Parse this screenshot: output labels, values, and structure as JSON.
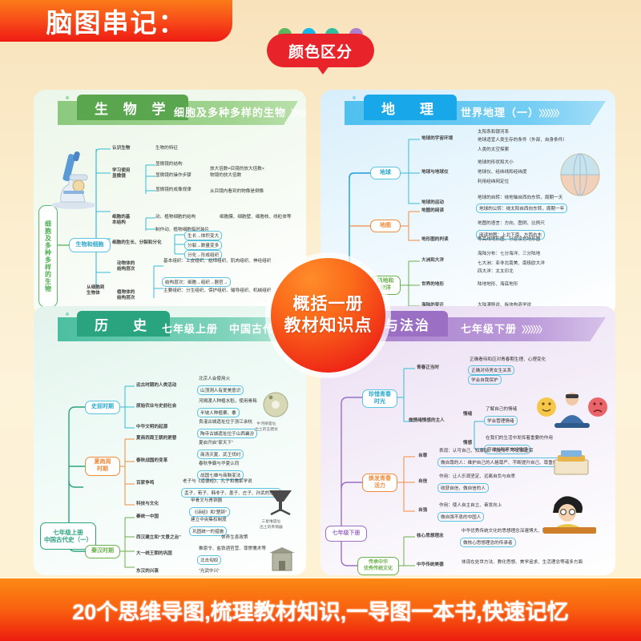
{
  "header": {
    "title": "脑图串记：",
    "badge_label": "颜色区分",
    "badge_dots": [
      "#5cb85c",
      "#17b6e8",
      "#2fbfa0",
      "#b07fd0"
    ]
  },
  "center_badge": {
    "line1": "概括一册",
    "line2": "教材知识点"
  },
  "bottom_banner": {
    "text": "20个思维导图,梳理教材知识,一导图一本书,快速记忆"
  },
  "cards": [
    {
      "id": "biology",
      "subject": "生 物 学",
      "subtitle": "细胞及多种多样的生物",
      "arrows": "〉〉〉〉〉〉〉",
      "accent": "#4caf50",
      "root": "细胞及多种多样的生物",
      "branches": [
        {
          "label": "认识生物",
          "color": "#2aa9cd",
          "leaves": [
            "生物的特征"
          ]
        },
        {
          "label": "学习使用\n显微镜",
          "color": "#2aa9cd",
          "leaves": [
            "显微镜的结构",
            "显微镜的操作步骤",
            "显微镜的成像规律"
          ],
          "notes": [
            "放大倍数=目镜的放大倍数×\n物镜的放大倍数",
            "从目镜内看到的物像是倒像"
          ]
        },
        {
          "label": "细胞的基\n本结构",
          "color": "#2aa9cd",
          "leaves": [
            "动、植物细胞的结构",
            "制作动、植物细胞临时装片"
          ],
          "notes": [
            "细胞膜、细胞壁、细胞核、线粒体等"
          ]
        },
        {
          "label": "细胞的生长、分裂和分化",
          "color": "#2aa9cd",
          "leaves": [
            "生长→体积变大",
            "分裂→数量变多",
            "分化→形成组织"
          ]
        },
        {
          "label": "从细胞到\n生物体",
          "color": "#2aa9cd",
          "leaves": [
            "动物体的\n结构层次",
            "植物体的\n结构层次"
          ],
          "notes": [
            "基本组织：上皮组织、结缔组织、肌肉组织、神经组织",
            "结构层次：细胞→组织→器官→",
            "主要组织：分生组织、保护组织、输导组织、机械组织"
          ]
        }
      ]
    },
    {
      "id": "geography",
      "subject": "地　理",
      "subtitle": "世界地理（一）",
      "arrows": "〉〉〉〉〉〉〉",
      "accent": "#29aee4",
      "branches": [
        {
          "label": "地球",
          "color": "#29aee4",
          "subs": [
            {
              "label": "地球的宇宙环境",
              "leaves": [
                "太阳系和银河系",
                "地球适宜人类生存的条件（外部、自身条件）",
                "人类的太空探索"
              ]
            },
            {
              "label": "地球与地球仪",
              "leaves": [
                "地球的形状和大小",
                "地球仪、经纬线和经纬度",
                "利用经纬网定位"
              ]
            },
            {
              "label": "地球的运动",
              "leaves": [
                "地球的自转：绕地轴自西向东转，周期一天",
                "地球的公转：绕太阳自西向东转，周期一年"
              ]
            }
          ]
        },
        {
          "label": "地图",
          "color": "#f08a3c",
          "subs": [
            {
              "label": "地图的阅读",
              "leaves": [
                "地图的语言：方向、图例、比例尺",
                "阅读地图：上北下南、左西右东"
              ]
            },
            {
              "label": "地形图的判读",
              "leaves": [
                "等高线地形图、分层设色地形图"
              ]
            }
          ]
        },
        {
          "label": "陆地和\n海洋",
          "color": "#6ab04c",
          "subs": [
            {
              "label": "大洲和大洋",
              "leaves": [
                "海陆分布：七分海洋、三分陆地",
                "七大洲：亚非北南美、南极欧大洋",
                "四大洋：太太印北"
              ]
            },
            {
              "label": "世界的地形",
              "leaves": [
                "陆地地形、海底地形"
              ]
            },
            {
              "label": "海陆的变迁",
              "leaves": [
                "大陆漂移说、板块构造学说"
              ]
            }
          ]
        }
      ]
    },
    {
      "id": "history",
      "subject": "历　史",
      "subtitle": "七年级上册　中国古代史（一）",
      "arrows": "〉〉〉",
      "accent": "#2aa37f",
      "root": "七年级上册\n中国古代史（一）",
      "branches": [
        {
          "label": "史前时期",
          "color": "#29aee4",
          "subs": [
            {
              "label": "远古时期的人类活动",
              "leaves": [
                "北京人会使用火",
                "山顶洞人有爱美意识"
              ]
            },
            {
              "label": "原始农业与史前社会",
              "leaves": [
                "河姆渡人种植水稻，使用骨耜",
                "半坡人种植粟、黍"
              ]
            },
            {
              "label": "中华文明的起源",
              "leaves": [
                "良渚古城遗址位于浙江余杭",
                "陶寺古城遗址位于山西襄汾"
              ]
            }
          ]
        },
        {
          "label": "夏商周\n时期",
          "color": "#f08a3c",
          "subs": [
            {
              "label": "夏商西周王朝的更替",
              "leaves": [
                "夏启开启“家天下”",
                "商汤灭夏、武王伐纣"
              ]
            },
            {
              "label": "春秋战国的变革",
              "leaves": [
                "春秋争霸与华夏认同",
                "战国七雄与商鞅变法"
              ]
            },
            {
              "label": "百家争鸣",
              "leaves": [
                "老子与《道德经》、孔子和儒家学说",
                "孟子、荀子、韩非子、墨子、庄子、孙武的思想"
              ]
            },
            {
              "label": "科技与文化",
              "leaves": [
                "甲骨文与青铜器",
                "《诗经》和“楚辞”"
              ]
            }
          ]
        },
        {
          "label": "秦汉时期",
          "color": "#6ab04c",
          "subs": [
            {
              "label": "秦统一中国",
              "leaves": [
                "建立中央集权制度",
                "巩固统一的措施"
              ]
            },
            {
              "label": "西汉建立和“文景之治”",
              "leaves": [
                "休养生息政策"
              ]
            },
            {
              "label": "大一统王朝的巩固",
              "leaves": [
                "推恩令、盐铁酒官营、尊崇儒术等",
                "北击匈奴"
              ]
            },
            {
              "label": "东汉的兴衰",
              "leaves": [
                "“光武中兴”"
              ]
            }
          ]
        }
      ],
      "captions": [
        "牛河梁遗址\n出土的玉猪龙",
        "三星堆遗址\n出土的青铜器"
      ]
    },
    {
      "id": "politics",
      "subject": "道德与法治",
      "subtitle": "七年级下册",
      "arrows": "〉〉〉〉〉〉〉",
      "accent": "#9b6fc4",
      "root": "七年级下册",
      "branches": [
        {
          "label": "珍惜青春\n时光",
          "color": "#29aee4",
          "subs": [
            {
              "label": "青春正当时",
              "leaves": [
                "正确看待和应对青春期生理、心理变化",
                "正确对待男女生关系",
                "学会自我保护"
              ]
            },
            {
              "label": "做情绪情感的主人",
              "groups": [
                {
                  "name": "情绪",
                  "leaves": [
                    "了解自己的情绪",
                    "学会管理情绪"
                  ]
                },
                {
                  "name": "情感",
                  "leaves": [
                    "在我们的生活中发挥着重要的作用",
                    "获得并积累美好情感"
                  ]
                }
              ]
            }
          ]
        },
        {
          "label": "焕发青春\n活力",
          "color": "#f08a3c",
          "subs": [
            {
              "label": "自尊",
              "leaves": [
                "表现：认可自己、知廉耻、明是非、不爱慕虚荣",
                "做自尊的人：维护自己的人格尊严、不断提升自己、尊重他人"
              ]
            },
            {
              "label": "自信",
              "leaves": [
                "作用：让人乐观坚定、远离自负与自卑",
                "收获自信，做自信的人"
              ]
            },
            {
              "label": "自强",
              "leaves": [
                "作用：使人自主自立、奋发向上",
                "做自强不息的中国人"
              ]
            }
          ]
        },
        {
          "label": "传承中华\n优秀传统文化",
          "color": "#6ab04c",
          "subs": [
            {
              "label": "核心思想理念",
              "leaves": [
                "中华优秀传统文化的思想理念深邃博大、历久弥新",
                "做核心思想理念的传承者"
              ]
            },
            {
              "label": "中华传统美德",
              "leaves": [
                "体现在处世方法、教化思想、美学追求、生活理念等诸多方面"
              ]
            }
          ]
        }
      ]
    }
  ]
}
